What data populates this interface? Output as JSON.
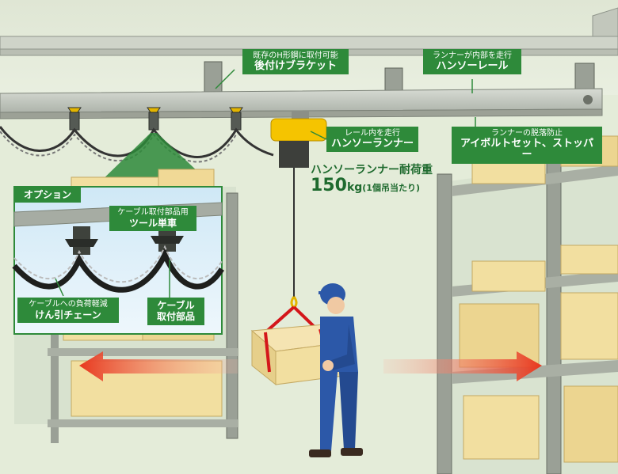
{
  "labels": {
    "bracket": {
      "line1": "既存のH形鋼に取付可能",
      "line2": "後付けブラケット"
    },
    "rail": {
      "line1": "ランナーが内部を走行",
      "line2": "ハンソーレール"
    },
    "runner": {
      "line1": "レール内を走行",
      "line2": "ハンソーランナー"
    },
    "stopper": {
      "line1": "ランナーの脱落防止",
      "line2": "アイボルトセット、ストッパー"
    }
  },
  "load": {
    "title": "ハンソーランナー耐荷重",
    "value": "150",
    "unit": "kg",
    "note": "(1個吊当たり)"
  },
  "inset": {
    "title": "オプション",
    "trolley": {
      "line1": "ケーブル取付部品用",
      "line2": "ツール単車"
    },
    "chain": {
      "line1": "ケーブルへの負荷軽減",
      "line2": "けん引チェーン"
    },
    "cable_part": {
      "line1": "ケーブル",
      "line2": "取付部品"
    }
  },
  "colors": {
    "label_green": "#2e8a3a",
    "rail_grey": "#c7ccc4",
    "hoist_yellow": "#f5c400",
    "worker_blue": "#2c58a8",
    "box_tan": "#f2dfa0",
    "arrow_red": "#e84a2a"
  }
}
